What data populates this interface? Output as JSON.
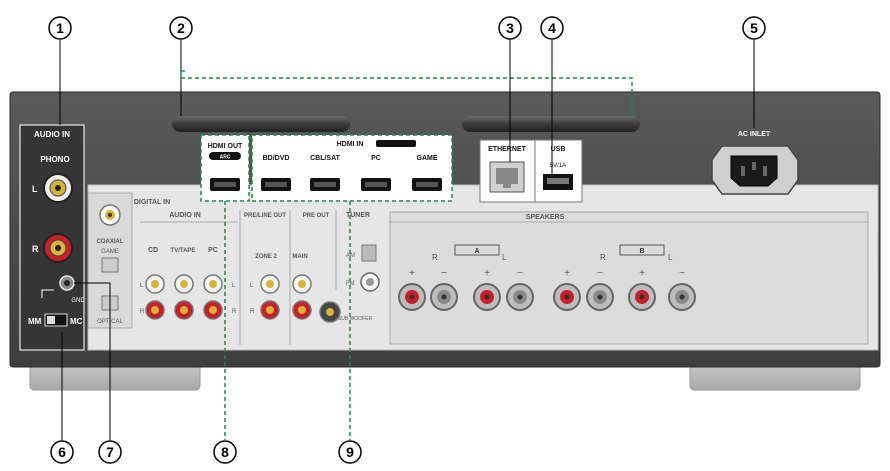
{
  "callouts": [
    "1",
    "2",
    "3",
    "4",
    "5",
    "6",
    "7",
    "8",
    "9"
  ],
  "labels": {
    "audio_in_left": "AUDIO IN",
    "phono": "PHONO",
    "l": "L",
    "r": "R",
    "gnd": "GND",
    "mm": "MM",
    "mc": "MC",
    "digital_in": "DIGITAL IN",
    "coaxial": "COAXIAL",
    "game_small": "GAME",
    "optical": "OPTICAL",
    "audio_in_center": "AUDIO IN",
    "cd": "CD",
    "tv_tape": "TV/TAPE",
    "pc_audio": "PC",
    "pre_line_out": "PRE/LINE OUT",
    "zone2": "ZONE 2",
    "pre_out": "PRE OUT",
    "main": "MAIN",
    "tuner": "TUNER",
    "am": "AM",
    "fm": "FM",
    "subwoofer": "SUB WOOFER",
    "speakers": "SPEAKERS",
    "spk_a": "A",
    "spk_b": "B",
    "plus": "+",
    "minus": "−",
    "hdmi_out": "HDMI OUT",
    "arc": "ARC",
    "hdmi_in": "HDMI IN",
    "bd_dvd": "BD/DVD",
    "cbl_sat": "CBL/SAT",
    "pc": "PC",
    "game": "GAME",
    "ethernet": "ETHERNET",
    "usb": "USB",
    "usb_rating": "5V/1A",
    "ac_inlet": "AC INLET"
  },
  "colors": {
    "panel": "#4a4a4a",
    "panel_dark": "#2e2e2e",
    "inner_panel": "#e6e6e6",
    "module_bg": "#555555",
    "leader_green": "#1f8a4a",
    "jack_red": "#c8202a",
    "jack_white": "#f2f2f2",
    "jack_gold": "#d9b23a"
  }
}
